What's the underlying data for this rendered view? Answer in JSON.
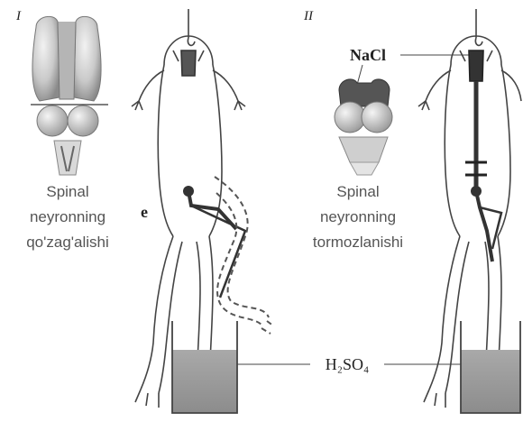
{
  "panels": [
    {
      "numeral": "I",
      "caption": [
        "Spinal",
        "neyronning",
        "qo'zag'alishi"
      ]
    },
    {
      "numeral": "II",
      "caption": [
        "Spinal",
        "neyronning",
        "tormozlanishi"
      ]
    }
  ],
  "labels": {
    "e": "e",
    "nacl": "NaCl",
    "acid": "H₂SO₄"
  }
}
